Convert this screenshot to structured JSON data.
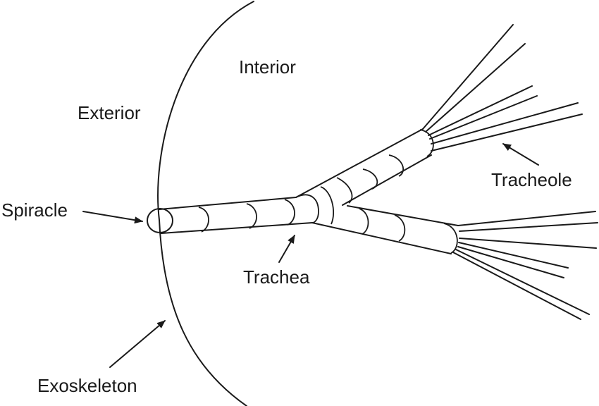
{
  "labels": {
    "interior": "Interior",
    "exterior": "Exterior",
    "spiracle": "Spiracle",
    "trachea": "Trachea",
    "tracheole": "Tracheole",
    "exoskeleton": "Exoskeleton"
  },
  "colors": {
    "ink": "#1a1a1a",
    "background": "#ffffff"
  }
}
